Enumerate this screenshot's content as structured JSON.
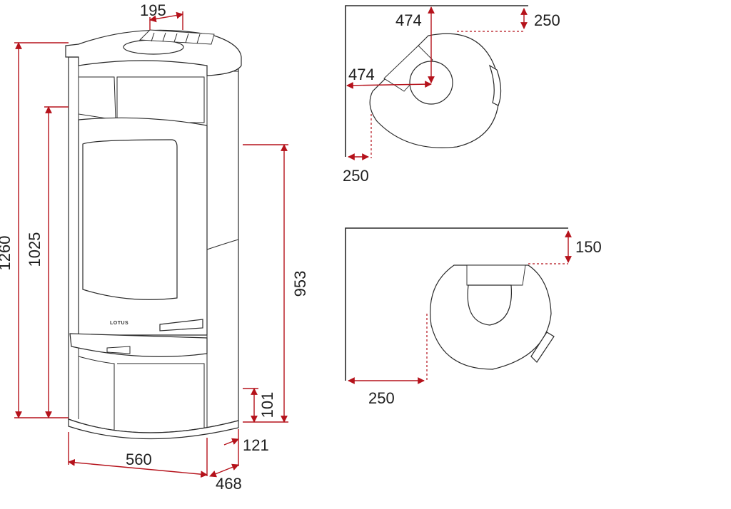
{
  "brand_logo": "LOTUS",
  "front_view": {
    "dims": {
      "total_height": "1260",
      "door_height": "1025",
      "outlet_height": "953",
      "base_height": "101",
      "depth_offset": "121",
      "width": "560",
      "depth": "468",
      "top_outlet": "195"
    }
  },
  "corner_view": {
    "dims": {
      "outlet_offset_y": "474",
      "outlet_offset_x": "474",
      "wall_clear_top": "250",
      "wall_clear_side": "250"
    }
  },
  "wall_view": {
    "dims": {
      "wall_clear_back": "150",
      "wall_clear_side": "250"
    }
  },
  "colors": {
    "dimension": "#b5121b",
    "outline": "#2a2a2a"
  }
}
